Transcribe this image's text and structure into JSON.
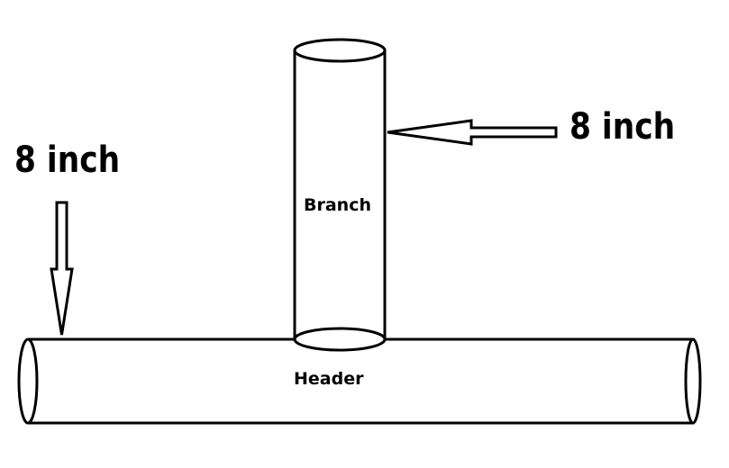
{
  "labels": {
    "branch": "Branch",
    "header": "Header",
    "left_dimension": "8 inch",
    "right_dimension": "8 inch"
  },
  "colors": {
    "stroke": "#000000",
    "background": "#ffffff"
  }
}
